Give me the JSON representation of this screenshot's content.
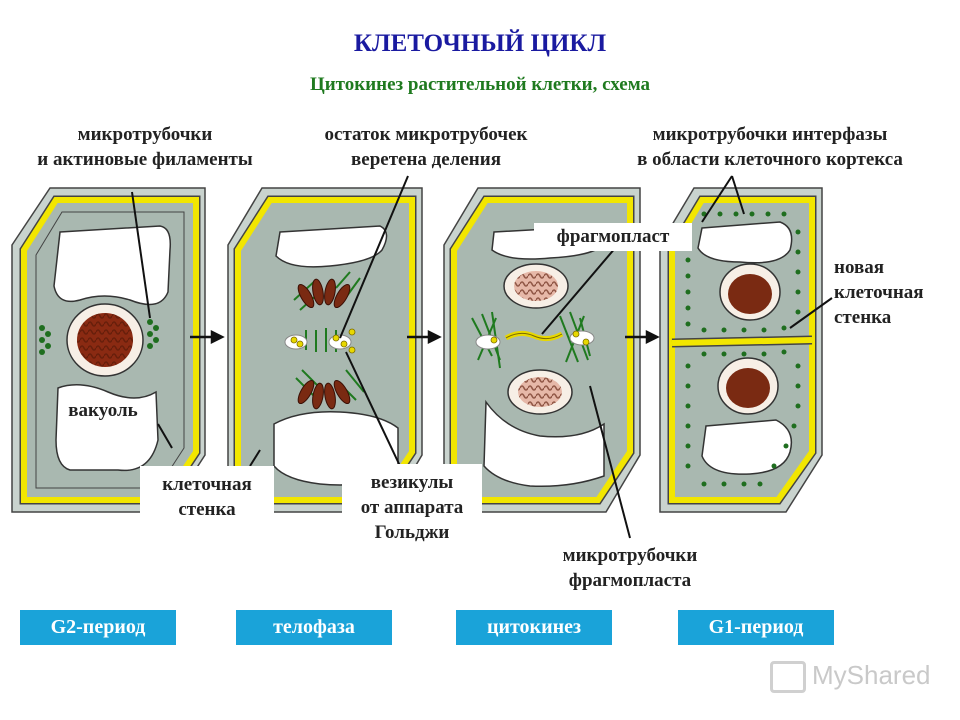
{
  "title": "КЛЕТОЧНЫЙ ЦИКЛ",
  "subtitle": "Цитокинез растительной клетки, схема",
  "labels": {
    "microtubules_actin": [
      "микротрубочки",
      "и актиновые филаменты"
    ],
    "spindle_remnant": [
      "остаток микротрубочек",
      "веретена деления"
    ],
    "interphase_mt": [
      "микротрубочки интерфазы",
      "в области клеточного кортекса"
    ],
    "phragmoplast": "фрагмопласт",
    "new_wall": [
      "новая",
      "клеточная",
      "стенка"
    ],
    "vacuole": "вакуоль",
    "cell_wall": [
      "клеточная",
      "стенка"
    ],
    "golgi_vesicles": [
      "везикулы",
      "от аппарата",
      "Гольджи"
    ],
    "phragmoplast_mt": [
      "микротрубочки",
      "фрагмопласта"
    ]
  },
  "phases": [
    "G2-период",
    "телофаза",
    "цитокинез",
    "G1-период"
  ],
  "watermark": "MyShared",
  "colors": {
    "title": "#1a1aa0",
    "subtitle": "#1f7a1f",
    "phase_bg": "#1aa3d9",
    "cell_wall": "#f2e600",
    "cytoplasm": "#a9b8b0",
    "nucleus": "#7a2a12",
    "microtubule": "#1f7a1f"
  }
}
